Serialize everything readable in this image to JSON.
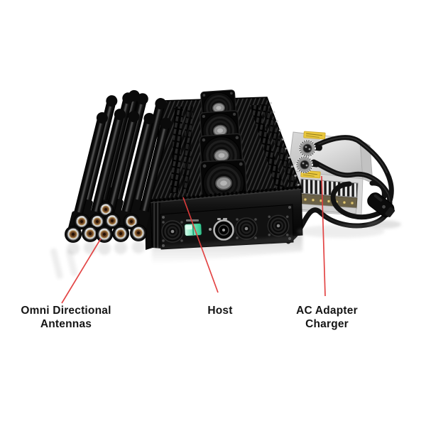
{
  "annotation_labels": {
    "antennas_line1": "Omni Directional",
    "antennas_line2": "Antennas",
    "host": "Host",
    "adapter_line1": "AC Adapter",
    "adapter_line2": "Charger"
  },
  "colors": {
    "callout_red": "#e23c3c",
    "label_text": "#151515",
    "host_black": "#0d0d0d",
    "adapter_silver": "#e2e2e2",
    "switch_green": "#4fd6a2",
    "sticker_yellow": "#e9c73d",
    "connector_brass": "#6e4423",
    "background": "#ffffff"
  },
  "component_counts": {
    "antennas": 10,
    "top_cooling_fans": 4,
    "front_fan_grilles": 3,
    "adapter_cables": 2
  }
}
